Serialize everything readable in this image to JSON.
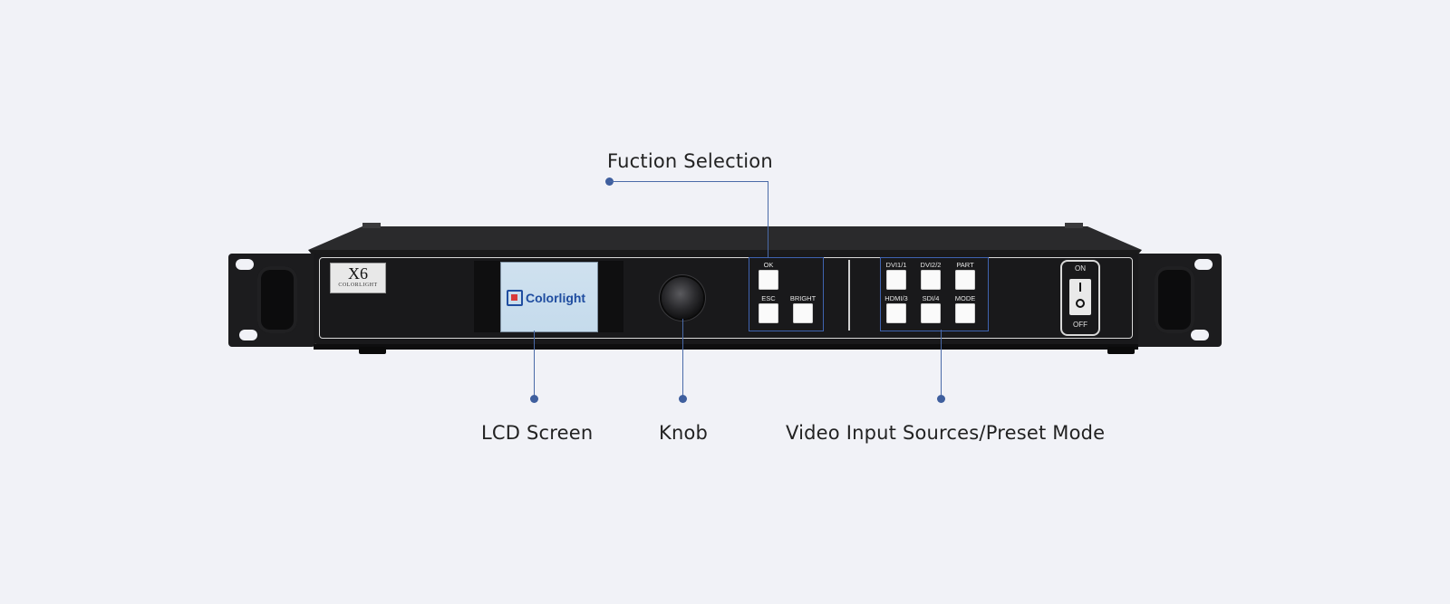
{
  "callouts": {
    "function_selection": "Fuction Selection",
    "lcd_screen": "LCD Screen",
    "knob": "Knob",
    "video_input": "Video Input Sources/Preset Mode"
  },
  "device": {
    "model": "X6",
    "brand": "COLORLIGHT",
    "lcd_logo": "Colorlight",
    "function_keys": {
      "ok": "OK",
      "esc": "ESC",
      "bright": "BRIGHT"
    },
    "source_keys": {
      "dvi1": "DVI1/1",
      "dvi2": "DVI2/2",
      "part": "PART",
      "hdmi": "HDMI/3",
      "sdi": "SDI/4",
      "mode": "MODE"
    },
    "switch": {
      "on": "ON",
      "off": "OFF"
    }
  }
}
